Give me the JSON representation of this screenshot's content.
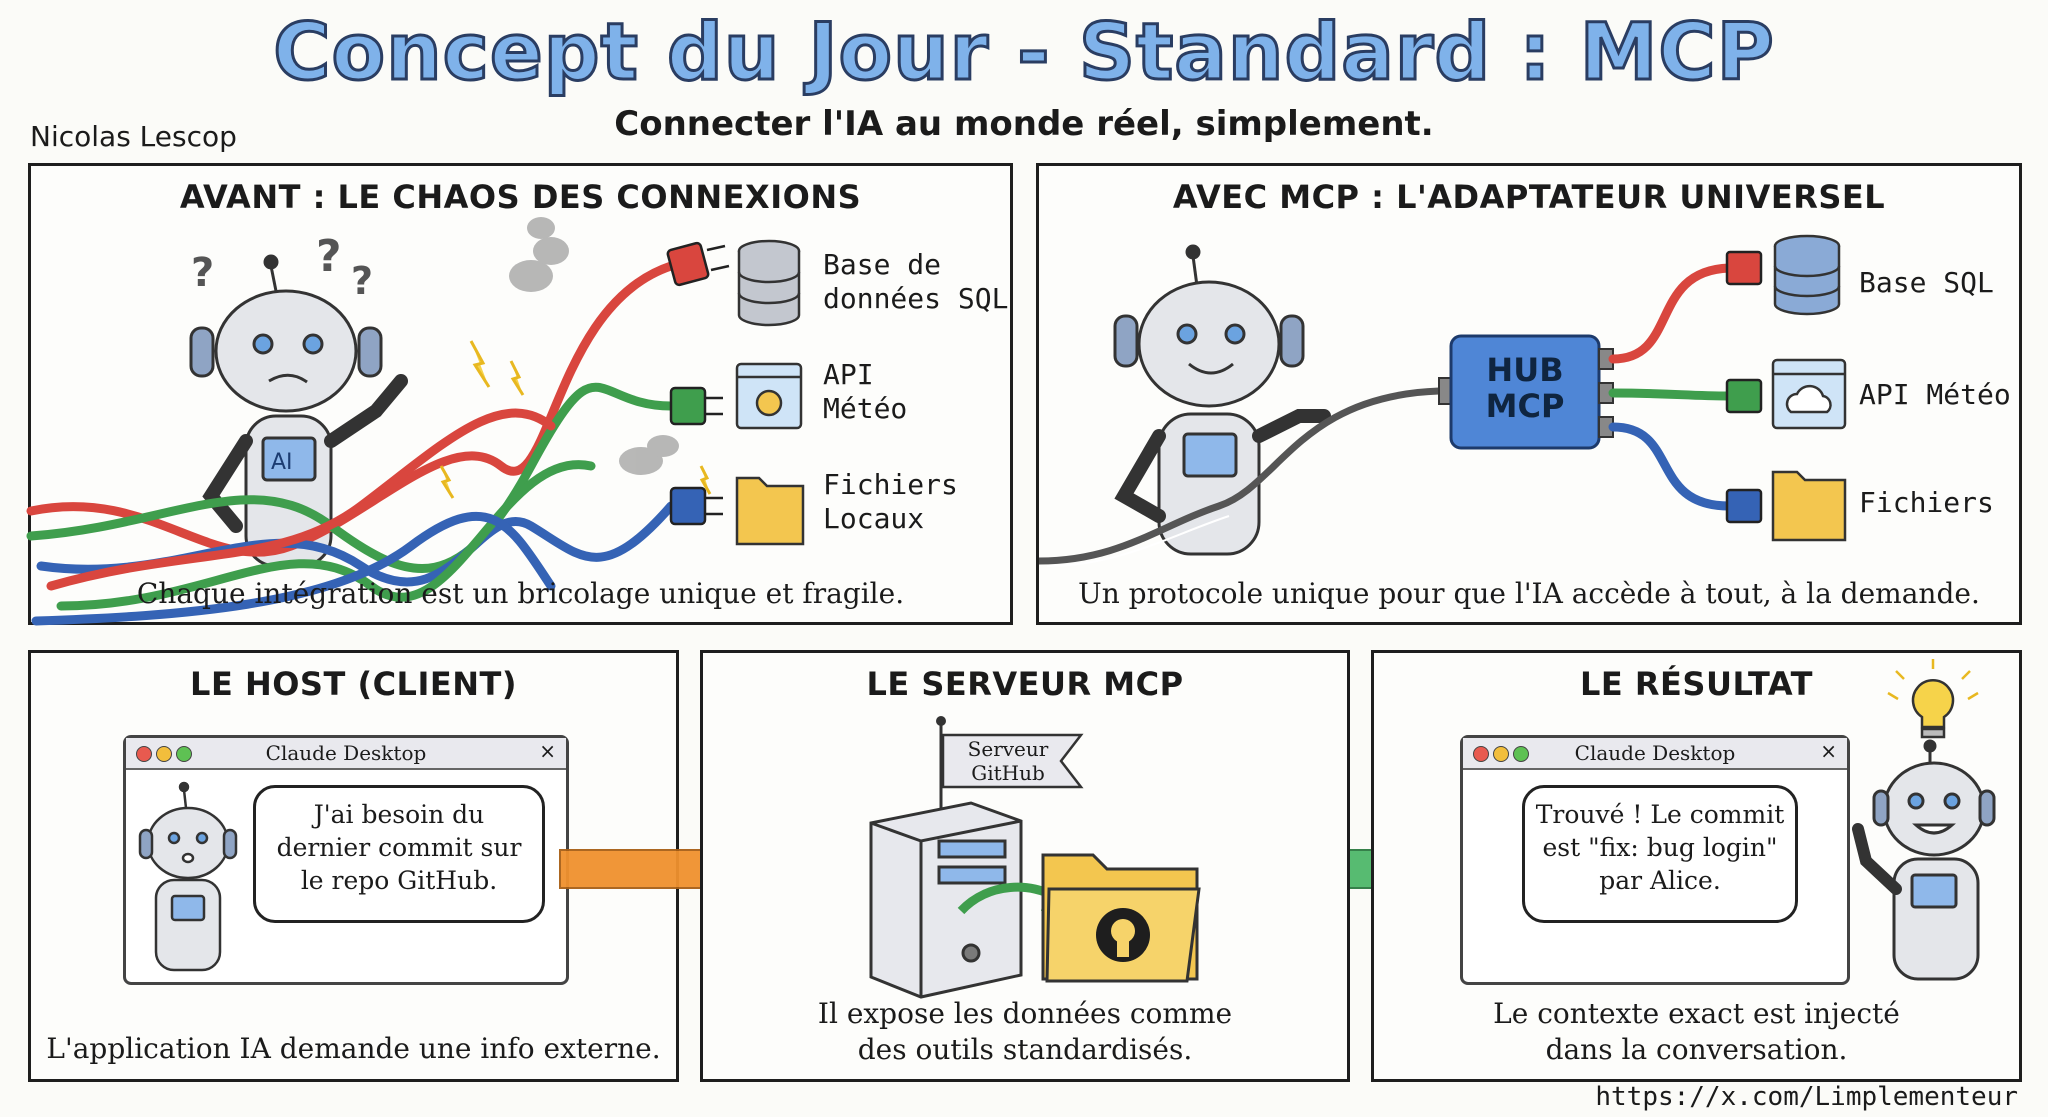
{
  "header": {
    "title": "Concept du Jour - Standard : MCP",
    "subtitle": "Connecter l'IA au monde réel, simplement.",
    "author": "Nicolas Lescop",
    "url": "https://x.com/Limplementeur"
  },
  "panels": {
    "before": {
      "title": "AVANT : LE CHAOS DES CONNEXIONS",
      "robot_badge": "AI",
      "sources": [
        "Base de\ndonnées SQL",
        "API\nMétéo",
        "Fichiers\nLocaux"
      ],
      "caption": "Chaque intégration est un bricolage unique et fragile."
    },
    "with_mcp": {
      "title": "AVEC MCP : L'ADAPTATEUR UNIVERSEL",
      "hub_label": "HUB\nMCP",
      "sources": [
        "Base SQL",
        "API Météo",
        "Fichiers"
      ],
      "caption": "Un protocole unique pour que l'IA accède à tout, à la demande."
    },
    "host": {
      "title": "LE HOST (CLIENT)",
      "window_title": "Claude Desktop",
      "bubble": "J'ai besoin du\ndernier commit sur\nle repo GitHub.",
      "caption": "L'application IA demande une info externe."
    },
    "server": {
      "title": "LE SERVEUR MCP",
      "flag": "Serveur\nGitHub",
      "caption": "Il expose les données comme\ndes outils standardisés."
    },
    "result": {
      "title": "LE RÉSULTAT",
      "window_title": "Claude Desktop",
      "bubble": "Trouvé ! Le commit\nest \"fix: bug login\"\npar Alice.",
      "caption": "Le contexte exact est injecté\ndans la conversation."
    }
  },
  "colors": {
    "title_fill": "#7fb2ea",
    "cable_red": "#d9463e",
    "cable_green": "#3f9e4d",
    "cable_blue": "#3563b5",
    "hub_blue": "#4f86d6",
    "arrow_orange": "#f0912e",
    "arrow_green": "#4fb86a",
    "folder_yellow": "#f3c64f"
  },
  "icons": [
    "database-icon",
    "weather-sun-icon",
    "weather-cloud-icon",
    "folder-icon",
    "github-icon",
    "server-icon",
    "lightbulb-icon",
    "robot-icon"
  ]
}
